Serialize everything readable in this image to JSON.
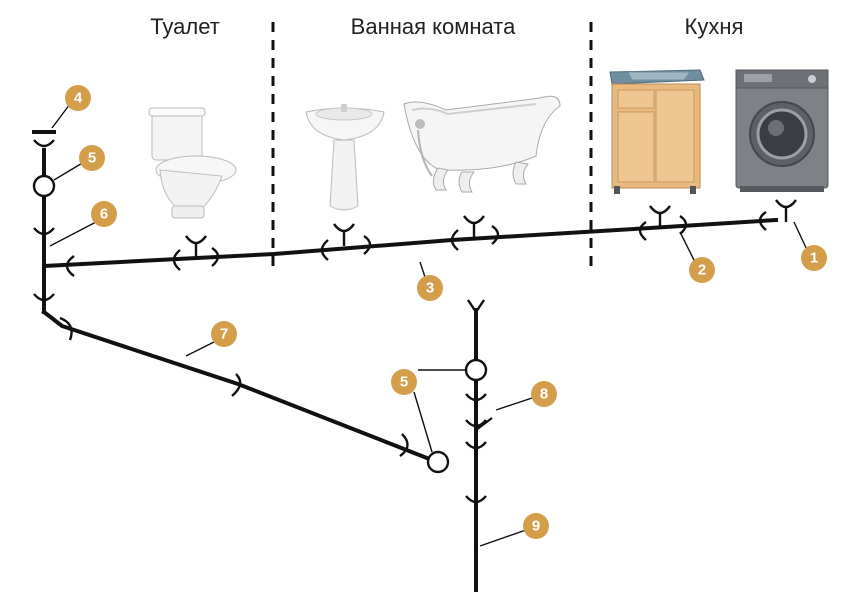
{
  "zones": {
    "toilet": "Туалет",
    "bathroom": "Ванная комната",
    "kitchen": "Кухня"
  },
  "callouts": {
    "c1": "1",
    "c2": "2",
    "c3": "3",
    "c4": "4",
    "c5a": "5",
    "c5b": "5",
    "c6": "6",
    "c7": "7",
    "c8": "8",
    "c9": "9"
  },
  "fixtures": [
    "toilet-bowl",
    "washbasin",
    "bathtub",
    "kitchen-sink-cabinet",
    "washing-machine"
  ],
  "colors": {
    "callout": "#d39d4a",
    "pipe": "#111111"
  }
}
